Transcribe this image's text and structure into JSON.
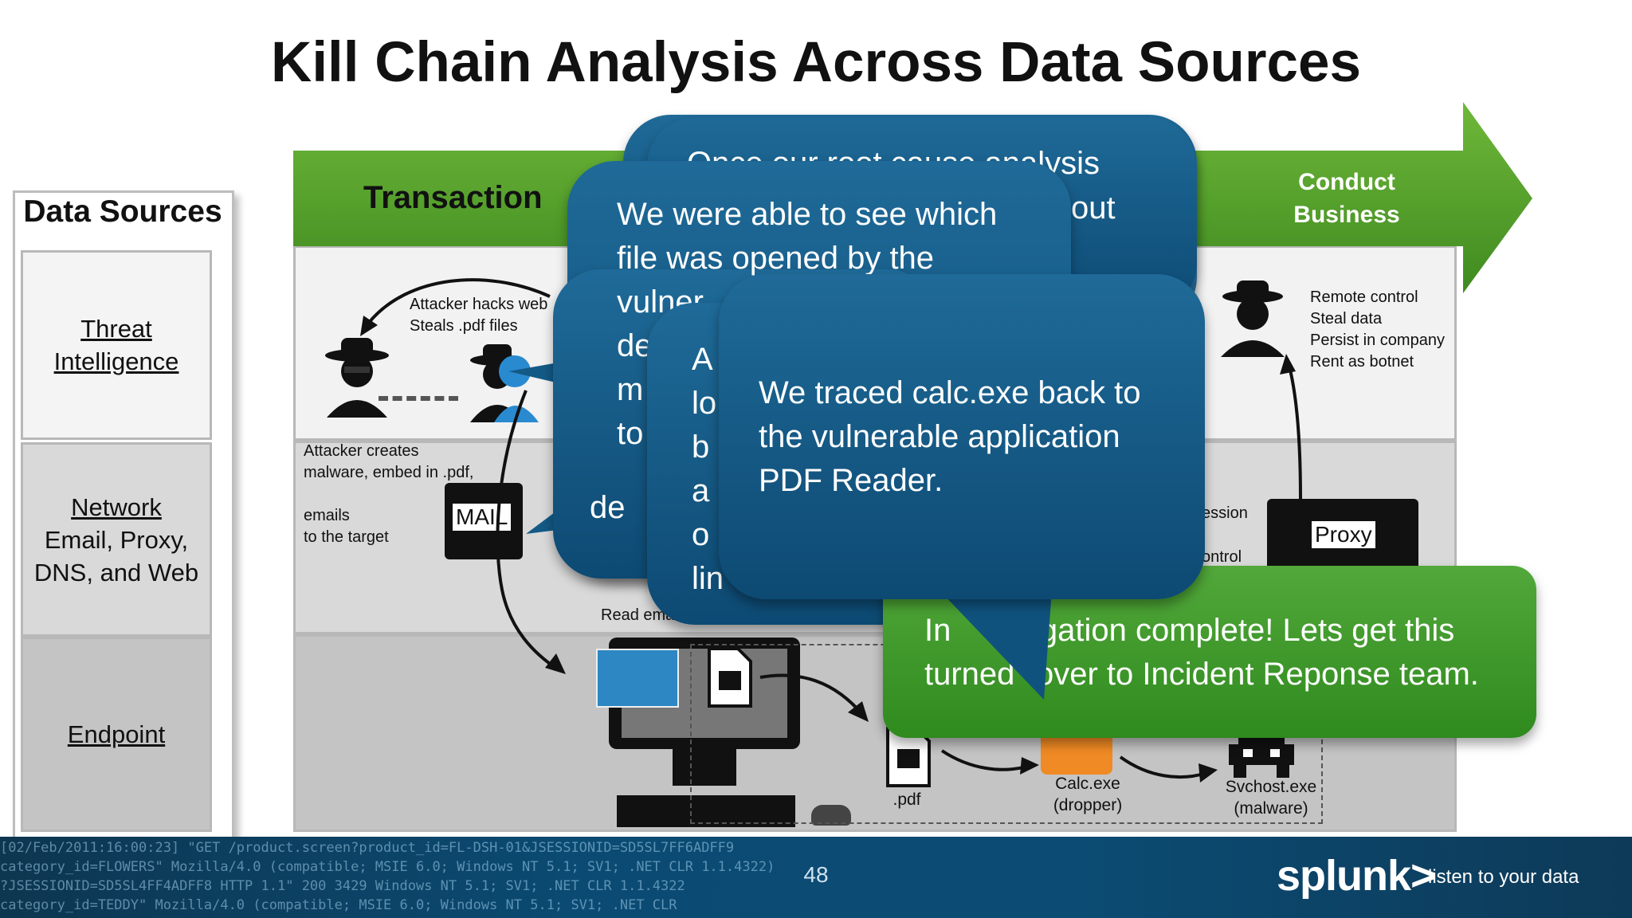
{
  "title": "Kill Chain Analysis Across Data Sources",
  "sidebar": {
    "heading": "Data Sources",
    "threat": [
      "Threat",
      "Intelligence"
    ],
    "network": [
      "Network",
      "Email, Proxy,",
      "DNS, and Web"
    ],
    "endpoint": "Endpoint"
  },
  "band": {
    "transaction": "Transaction",
    "conduct": [
      "Conduct",
      "Business"
    ]
  },
  "lane1": {
    "attacker_text": [
      "Attacker hacks web",
      "Steals .pdf files"
    ],
    "outcomes": [
      "Remote control",
      "Steal data",
      "Persist in company",
      "Rent as botnet"
    ]
  },
  "lane2": {
    "creates": [
      "Attacker creates",
      "malware, embed in .pdf,"
    ],
    "emails": [
      "emails",
      "to the target"
    ],
    "mail_tag": "MAIL",
    "proxy_tag": "Proxy",
    "session": "ession",
    "control": "ontrol"
  },
  "lane3": {
    "read_email": "Read ema",
    "pdf": ".pdf",
    "calc": [
      "Calc.exe",
      "(dropper)"
    ],
    "svchost": [
      "Svchost.exe",
      "(malware)"
    ]
  },
  "callouts": {
    "back1": [
      "Once our root cause analysis",
      "out"
    ],
    "back2": [
      "We were able to see which",
      "file was opened by the",
      "vulner",
      "de",
      "m",
      "to",
      "de"
    ],
    "back3": [
      "A",
      "lo",
      "b",
      "a",
      "o",
      "lin"
    ],
    "front": [
      "We traced calc.exe back to",
      "the vulnerable application",
      "PDF Reader."
    ],
    "green": [
      "In",
      "igation complete!  Lets get this",
      "turned",
      "over to Incident Reponse team."
    ]
  },
  "footer": {
    "page": "48",
    "brand": "splunk>",
    "tagline": "listen to your data",
    "logs": [
      "[02/Feb/2011:16:00:23] \"GET /product.screen?product_id=FL-DSH-01&JSESSIONID=SD5SL7FF6ADFF9",
      "category_id=FLOWERS\" Mozilla/4.0 (compatible; MSIE 6.0; Windows NT 5.1; SV1; .NET CLR 1.1.4322)",
      "?JSESSIONID=SD5SL4FF4ADFF8 HTTP 1.1\" 200 3429 Windows NT 5.1; SV1; .NET CLR 1.1.4322",
      "category_id=TEDDY\" Mozilla/4.0 (compatible; MSIE 6.0; Windows NT 5.1; SV1; .NET CLR"
    ]
  },
  "colors": {
    "green": "#5aa02c",
    "callout_blue": "#135a86",
    "callout_green": "#3d951f"
  }
}
